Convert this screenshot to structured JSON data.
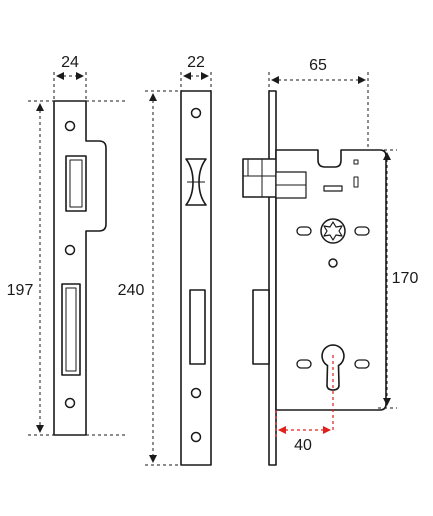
{
  "dimensions": {
    "strike_width": "24",
    "strike_height": "197",
    "faceplate_width": "22",
    "faceplate_height": "240",
    "case_depth": "65",
    "case_height": "170",
    "backset": "40"
  },
  "colors": {
    "line": "#1a1a1a",
    "backset_highlight": "#e0201c"
  }
}
